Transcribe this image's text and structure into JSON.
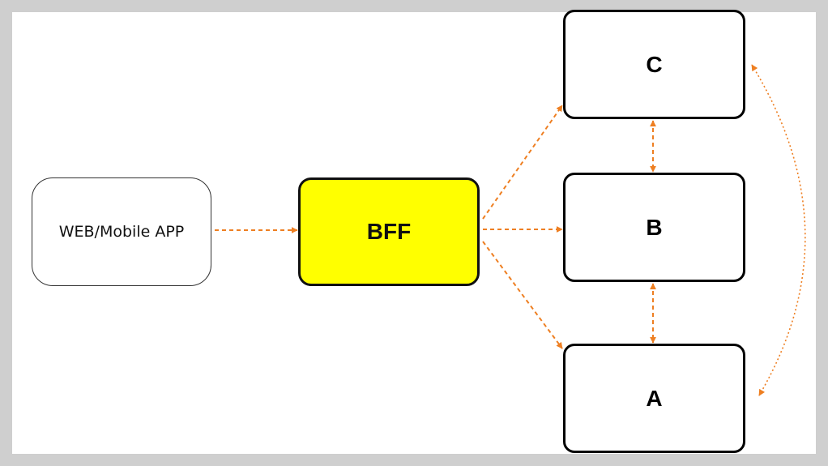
{
  "colors": {
    "background": "#cfcfcf",
    "canvas": "#ffffff",
    "arrow": "#ee7f22",
    "bff_fill": "#ffff00",
    "box_border": "#000000"
  },
  "diagram": {
    "nodes": {
      "client": {
        "label": "WEB/Mobile APP"
      },
      "bff": {
        "label": "BFF"
      },
      "service_c": {
        "label": "C"
      },
      "service_b": {
        "label": "B"
      },
      "service_a": {
        "label": "A"
      }
    },
    "edges": [
      {
        "from": "WEB/Mobile APP",
        "to": "BFF",
        "style": "dashed",
        "direction": "forward"
      },
      {
        "from": "BFF",
        "to": "C",
        "style": "dashed",
        "direction": "forward"
      },
      {
        "from": "BFF",
        "to": "B",
        "style": "dashed",
        "direction": "forward"
      },
      {
        "from": "BFF",
        "to": "A",
        "style": "dashed",
        "direction": "forward"
      },
      {
        "from": "C",
        "to": "B",
        "style": "dashed",
        "direction": "both"
      },
      {
        "from": "B",
        "to": "A",
        "style": "dashed",
        "direction": "both"
      },
      {
        "from": "C",
        "to": "A",
        "style": "dotted-curve",
        "direction": "both"
      }
    ]
  }
}
